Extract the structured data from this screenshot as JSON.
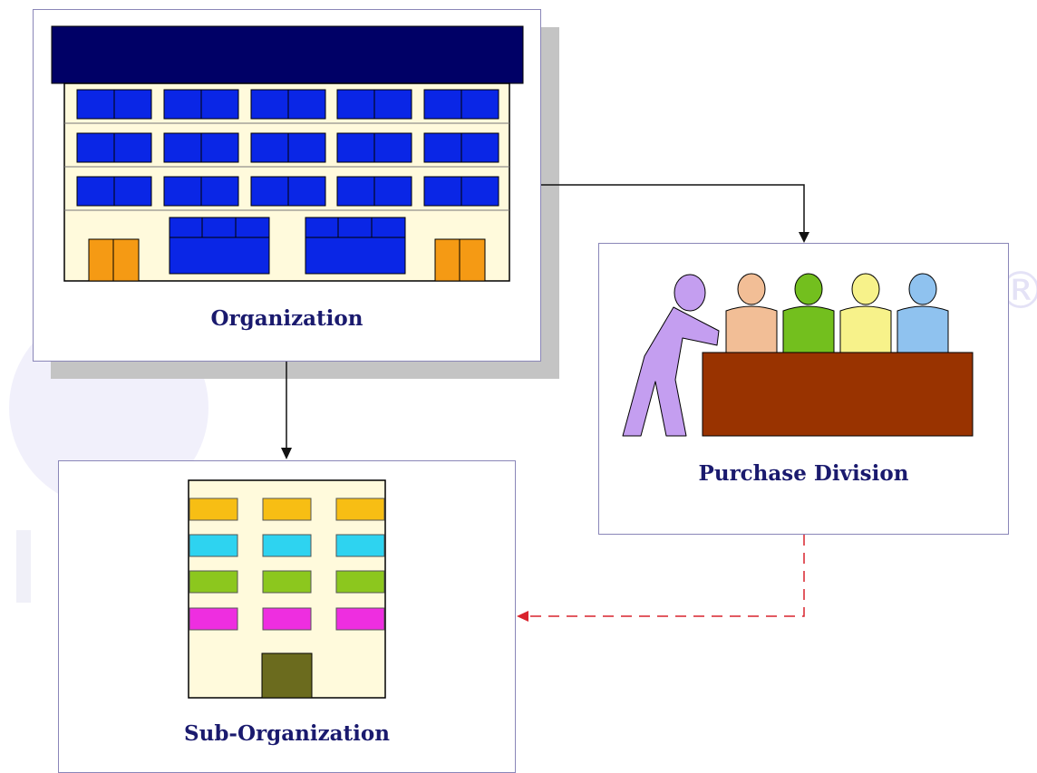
{
  "colors": {
    "caption": "#1a1a6e",
    "panel_border": "#8a86b8",
    "watermark": "#e6e6fa",
    "roof": "#000066",
    "window": "#0a26e6",
    "facade": "#fffadc",
    "door": "#f59a14",
    "table": "#993300",
    "connector": "#111111",
    "dashed_connector": "#d9232d",
    "person_colors": [
      "#c49ef0",
      "#f2be96",
      "#73bf1e",
      "#f7f28a",
      "#8fc2ef"
    ],
    "sub_window_rows": [
      "#f7be14",
      "#2ed3f0",
      "#8cc71e",
      "#ee2ee0"
    ],
    "sub_door": "#6b6b1e"
  },
  "nodes": {
    "organization": {
      "label": "Organization",
      "icon": "office-building-icon"
    },
    "purchase_division": {
      "label": "Purchase Division",
      "icon": "purchase-team-icon"
    },
    "sub_organization": {
      "label": "Sub-Organization",
      "icon": "small-building-icon"
    }
  },
  "edges": [
    {
      "from": "organization",
      "to": "purchase_division",
      "style": "solid"
    },
    {
      "from": "organization",
      "to": "sub_organization",
      "style": "solid"
    },
    {
      "from": "purchase_division",
      "to": "sub_organization",
      "style": "dashed"
    }
  ],
  "watermark": {
    "symbol": "®"
  }
}
